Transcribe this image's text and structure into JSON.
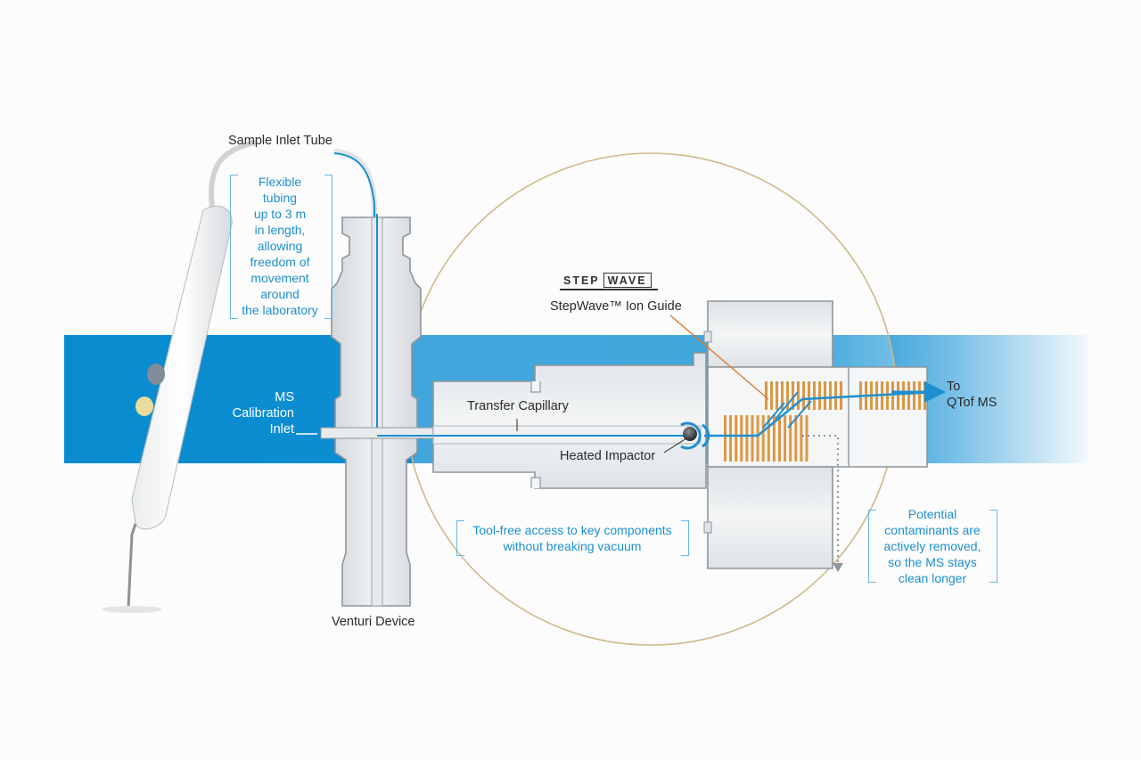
{
  "labels": {
    "sample_inlet_tube": "Sample Inlet Tube",
    "ms_calibration_inlet": [
      "MS",
      "Calibration",
      "Inlet"
    ],
    "transfer_capillary": "Transfer Capillary",
    "heated_impactor": "Heated Impactor",
    "stepwave_ion_guide": "StepWave™ Ion Guide",
    "to_qtof_ms": [
      "To",
      "QTof MS"
    ],
    "venturi_device": "Venturi Device"
  },
  "logo": {
    "part1": "STEP",
    "part2": "WAVE"
  },
  "callouts": {
    "flexible_tubing": [
      "Flexible",
      "tubing",
      "up to 3 m",
      "in length,",
      "allowing",
      "freedom of",
      "movement",
      "around",
      "the laboratory"
    ],
    "tool_free": [
      "Tool-free access to key components",
      "without breaking vacuum"
    ],
    "contaminants": [
      "Potential",
      "contaminants are",
      "actively removed,",
      "so the MS stays",
      "clean longer"
    ]
  },
  "colors": {
    "band_blue": "#0d8fd3",
    "accent_blue": "#1d8fcf",
    "rod_orange": "#dd9744",
    "circle_gold": "#cfb98a",
    "metal_grey": "#e4e7ea",
    "outline_grey": "#8e969b"
  }
}
